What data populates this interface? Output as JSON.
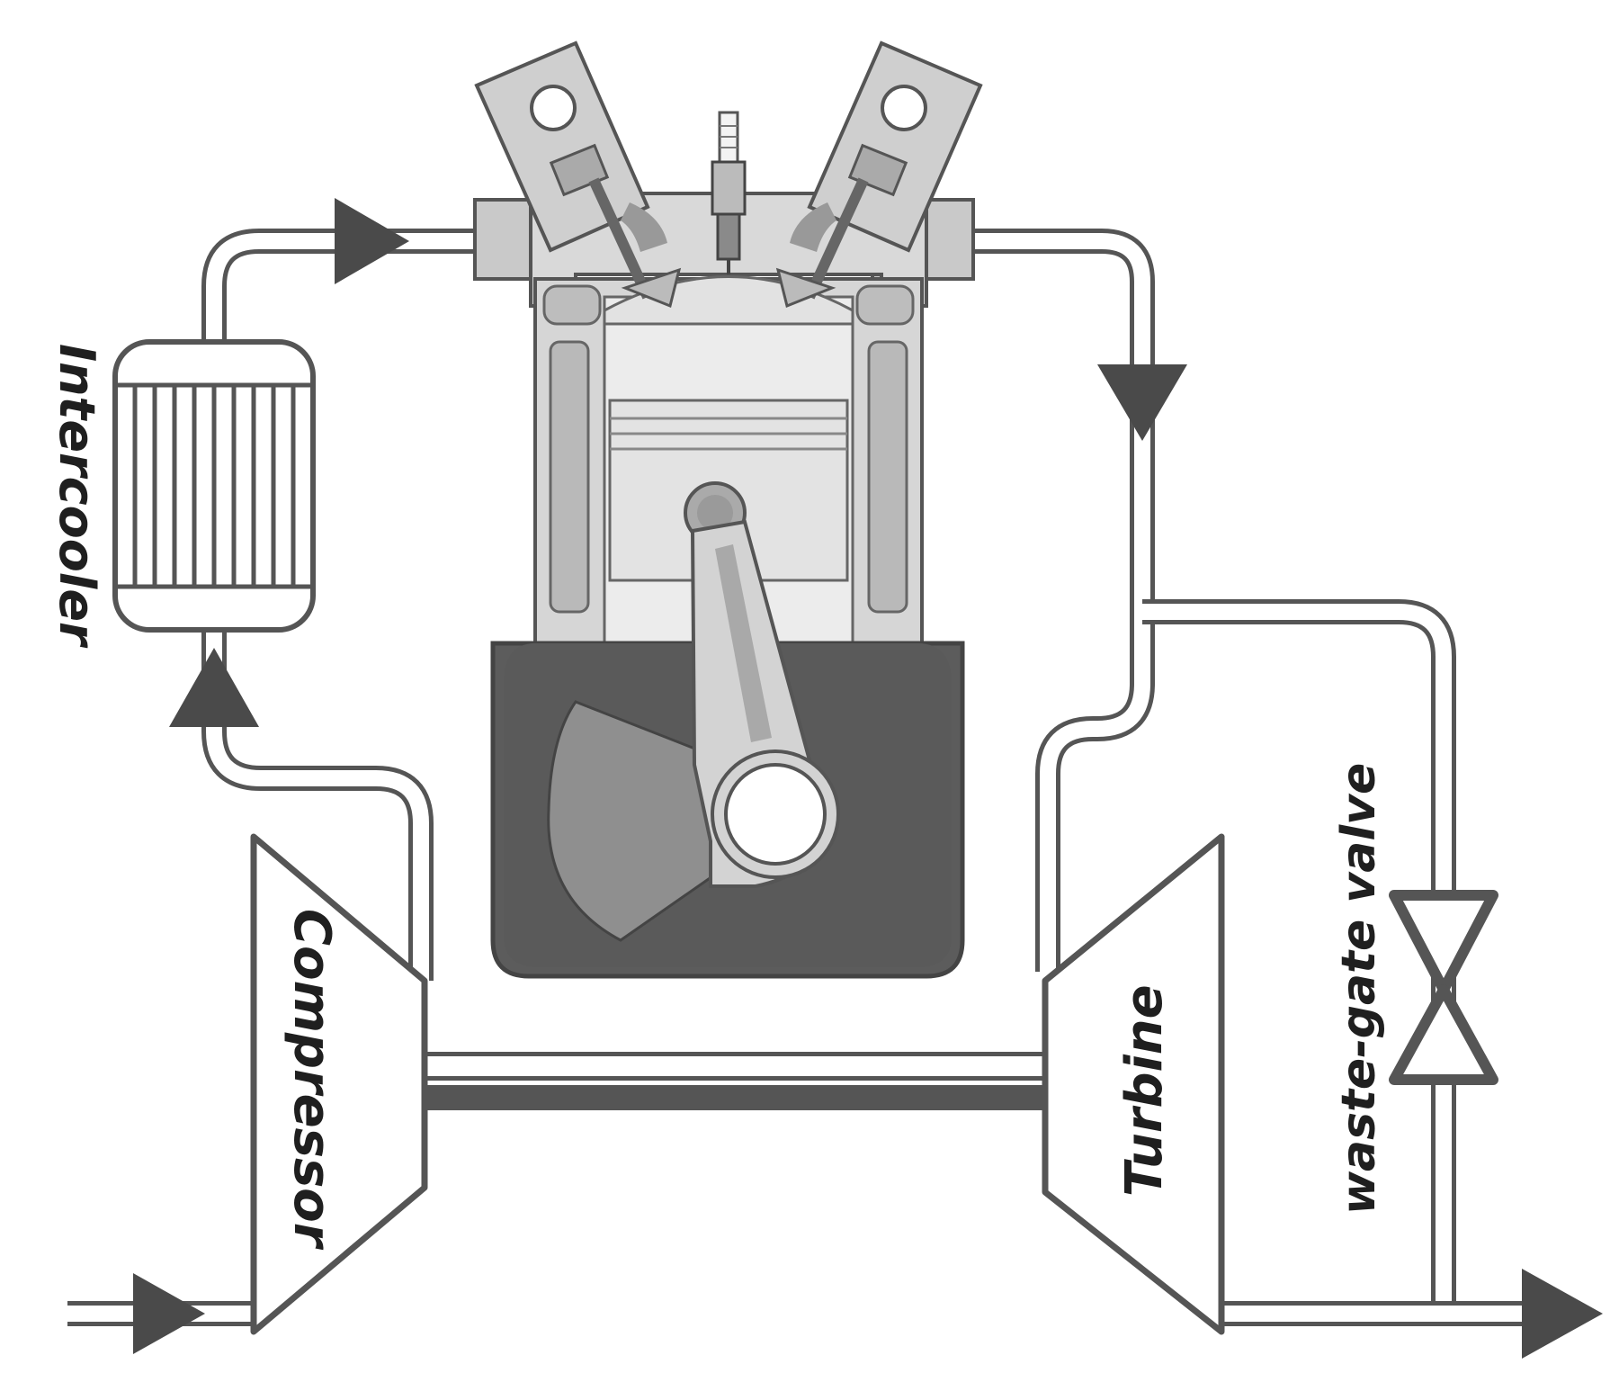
{
  "labels": {
    "intercooler": "Intercooler",
    "compressor": "Compressor",
    "turbine": "Turbine",
    "waste_gate": "waste-gate valve"
  },
  "colors": {
    "line": "#555555",
    "arrow": "#4a4a4a",
    "engine_body": "#d6d6d6",
    "engine_light": "#ececec",
    "crankcase": "#5a5a5a",
    "crank": "#8f8f8f",
    "background": "#ffffff"
  }
}
